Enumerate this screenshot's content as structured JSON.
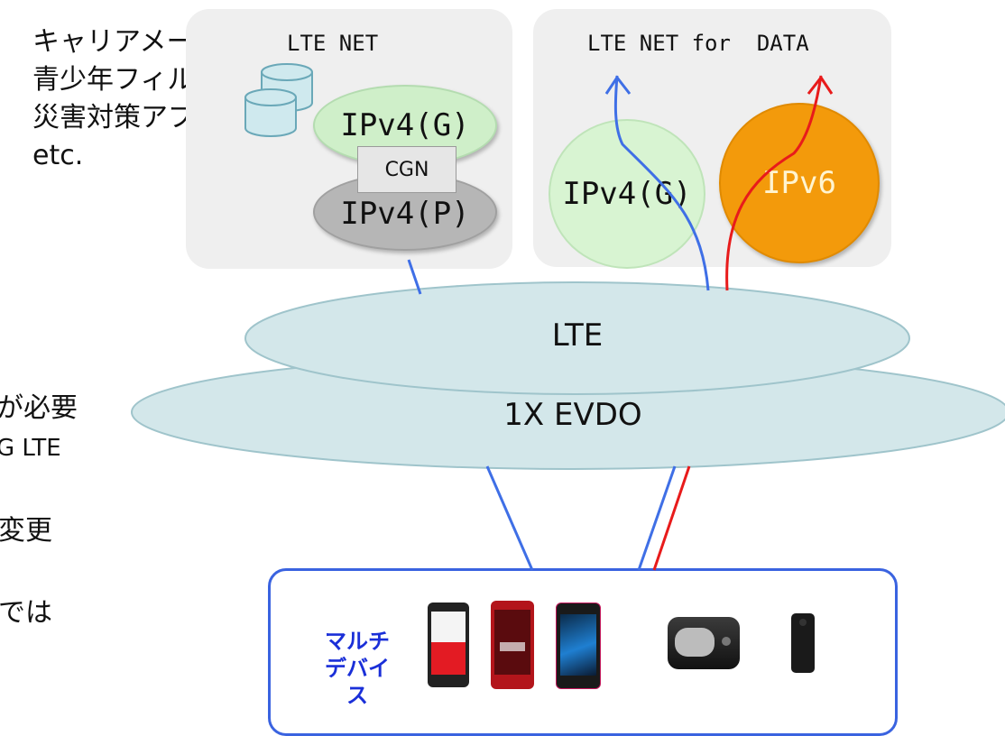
{
  "features": [
    "キャリアメール",
    "青少年フィルタ",
    "災害対策アプリ",
    "etc."
  ],
  "left_clipped_text": [
    "が必要",
    "G LTE",
    "変更",
    "では"
  ],
  "panel_left": {
    "title": "LTE NET",
    "top_node": "IPv4(G)",
    "middle_node": "CGN",
    "bottom_node": "IPv4(P)"
  },
  "panel_right": {
    "title": "LTE NET for  DATA",
    "node_v4": "IPv4(G)",
    "node_v6": "IPv6"
  },
  "networks": {
    "lte": "LTE",
    "evdo": "1X EVDO"
  },
  "devices": {
    "label_line1": "マルチ",
    "label_line2": "デバイス"
  },
  "colors": {
    "ipv4_line": "#3f6fe6",
    "ipv6_line": "#e81b1b",
    "ipv6_node": "#f39a0b",
    "ipv4g_node": "#cfefc9",
    "network_ellipse": "#d3e7ea"
  }
}
